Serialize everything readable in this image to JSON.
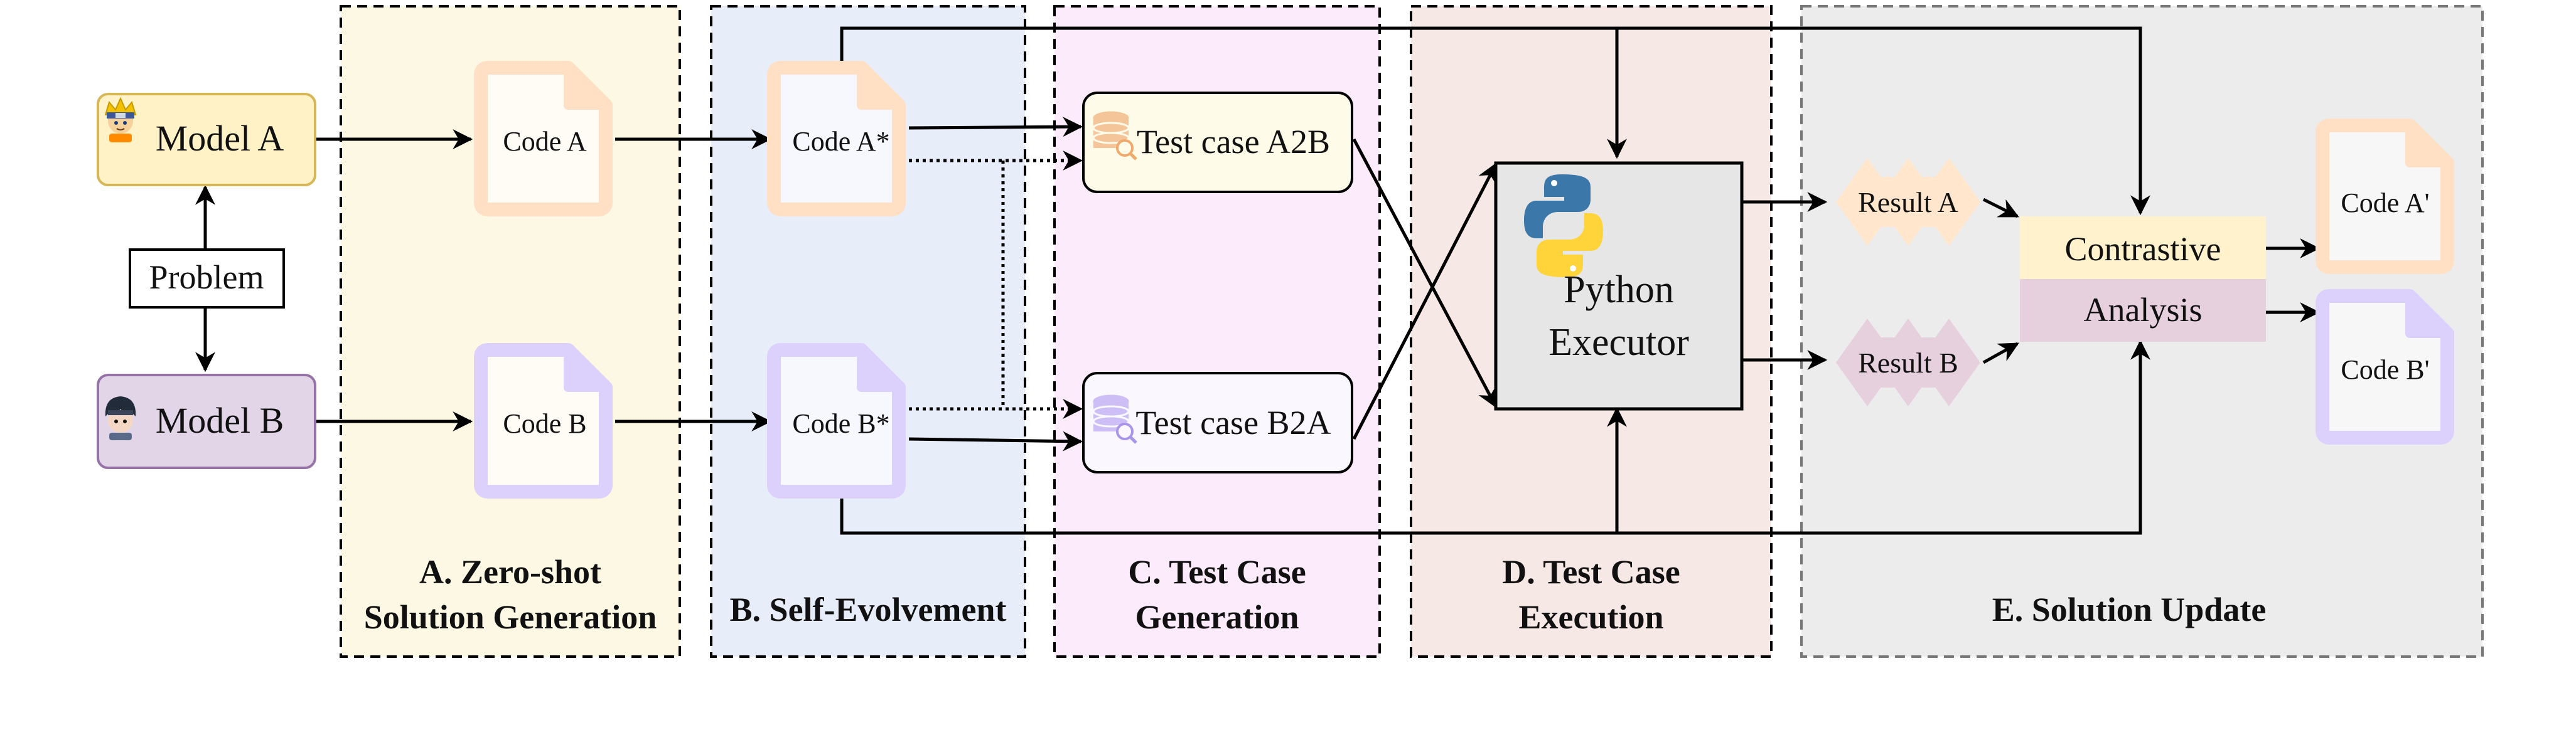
{
  "models": {
    "model_a": "Model A",
    "model_b": "Model B",
    "problem": "Problem"
  },
  "stages": {
    "a": {
      "line1": "A. Zero-shot",
      "line2": "Solution Generation",
      "bg": "#fdf8e4"
    },
    "b": {
      "line1": "B. Self-Evolvement",
      "line2": "",
      "bg": "#e8eef9"
    },
    "c": {
      "line1": "C. Test Case",
      "line2": "Generation",
      "bg": "#fcebfb"
    },
    "d": {
      "line1": "D. Test Case",
      "line2": "Execution",
      "bg": "#f6e8e5"
    },
    "e": {
      "line1": "E. Solution Update",
      "line2": "",
      "bg": "#ececec"
    }
  },
  "code_docs": {
    "code_a": "Code A",
    "code_b": "Code B",
    "code_a_star": "Code A*",
    "code_b_star": "Code B*",
    "code_a_prime": "Code A'",
    "code_b_prime": "Code B'"
  },
  "test_cases": {
    "a2b": "Test case A2B",
    "b2a": "Test case B2A"
  },
  "executor": {
    "line1": "Python",
    "line2": "Executor"
  },
  "results": {
    "a": "Result A",
    "b": "Result B"
  },
  "analysis": {
    "line1": "Contrastive",
    "line2": "Analysis"
  },
  "colors": {
    "model_a_fill": "#fff2c6",
    "model_a_stroke": "#d6b656",
    "model_b_fill": "#e1d5e7",
    "model_b_stroke": "#9673a6",
    "doc_orange": "#ffe0c4",
    "doc_purple": "#dcd0fc",
    "result_a": "#ffe6cc",
    "result_b": "#e6d0de",
    "contrastive": "#fff2cc",
    "analysis": "#e6d0de",
    "executor_fill": "#e6e6e6"
  },
  "icons": {
    "model_a_avatar": "naruto-avatar-icon",
    "model_b_avatar": "sasuke-avatar-icon",
    "database": "database-search-icon",
    "python": "python-logo-icon"
  }
}
